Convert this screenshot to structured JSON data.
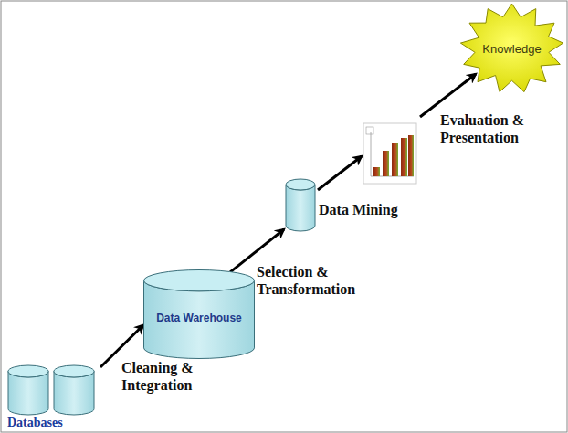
{
  "diagram": {
    "nodes": [
      {
        "text": [
          "Databases"
        ]
      },
      {
        "text": [
          "Data Warehouse"
        ]
      },
      {
        "text": [
          "Knowledge"
        ]
      }
    ],
    "edges": [
      {
        "from": 0,
        "to": 1,
        "arrow": "to",
        "label": "Cleaning & Integration"
      }
    ],
    "labels": [
      "Selection & Transformation",
      "Data Mining",
      "Evaluation & Presentation"
    ]
  }
}
